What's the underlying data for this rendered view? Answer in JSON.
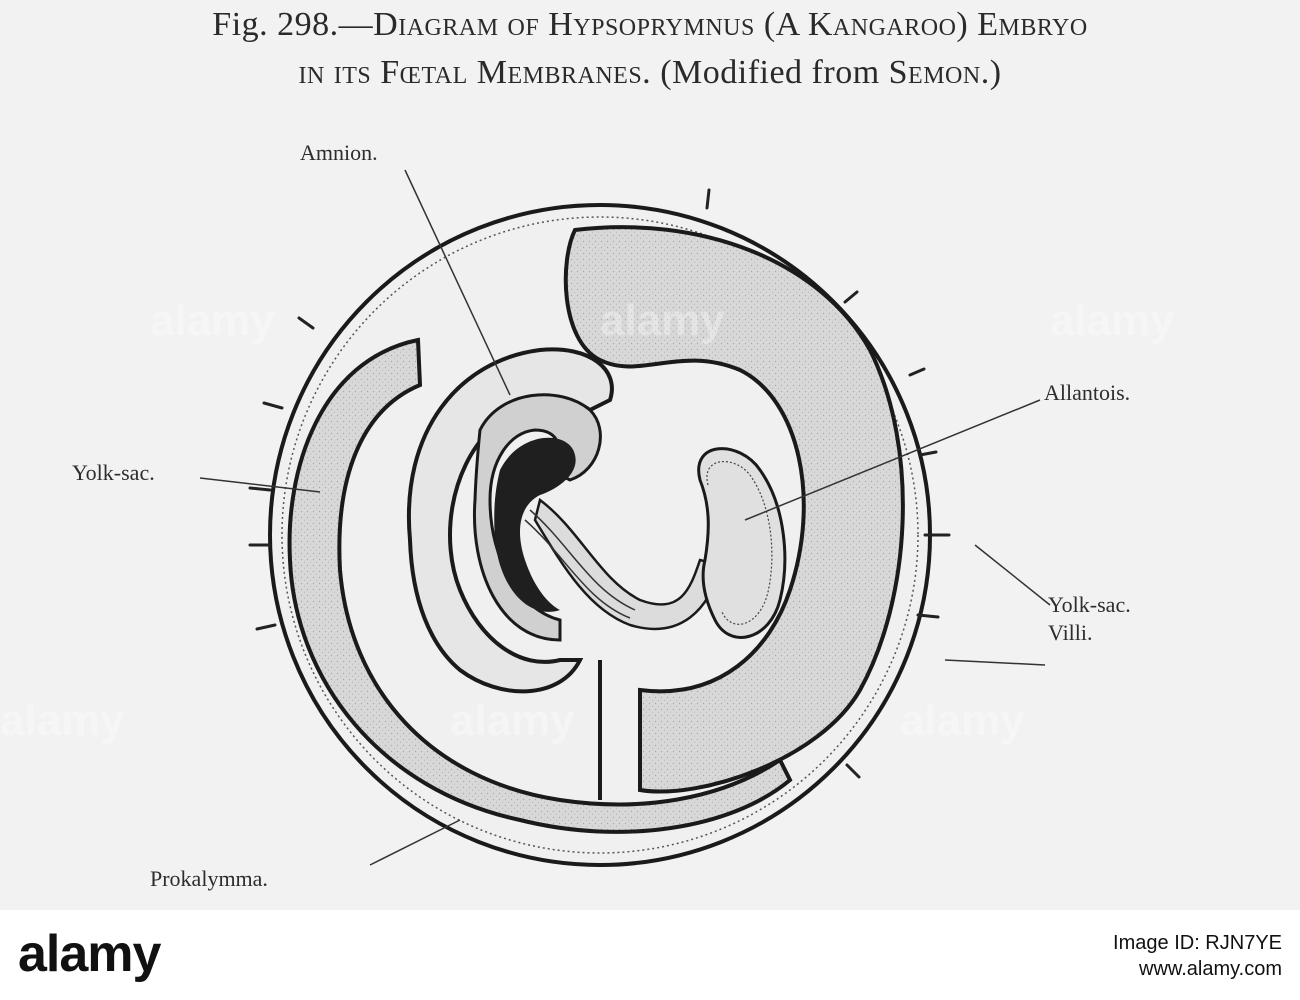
{
  "caption": {
    "line1_prefix": "Fig. 298.—",
    "line1_sc": "Diagram of Hypsoprymnus (A Kangaroo) Embryo",
    "line2_sc_a": "in its Fœtal Membranes.",
    "line2_plain": " (Modified from ",
    "line2_sc_b": "Semon",
    "line2_end": ".)"
  },
  "labels": {
    "amnion": "Amnion.",
    "allantois": "Allantois.",
    "yolk_sac": "Yolk-sac.",
    "yolk_sac_villi_a": "Yolk-sac.",
    "yolk_sac_villi_b": "Villi.",
    "prokalymma": "Prokalymma."
  },
  "watermark": {
    "brand": "alamy",
    "image_id": "Image ID: RJN7YE",
    "site": "www.alamy.com"
  },
  "colors": {
    "background": "#f2f2f2",
    "membrane_fill": "#d6d6d6",
    "outline": "#1a1a1a"
  }
}
